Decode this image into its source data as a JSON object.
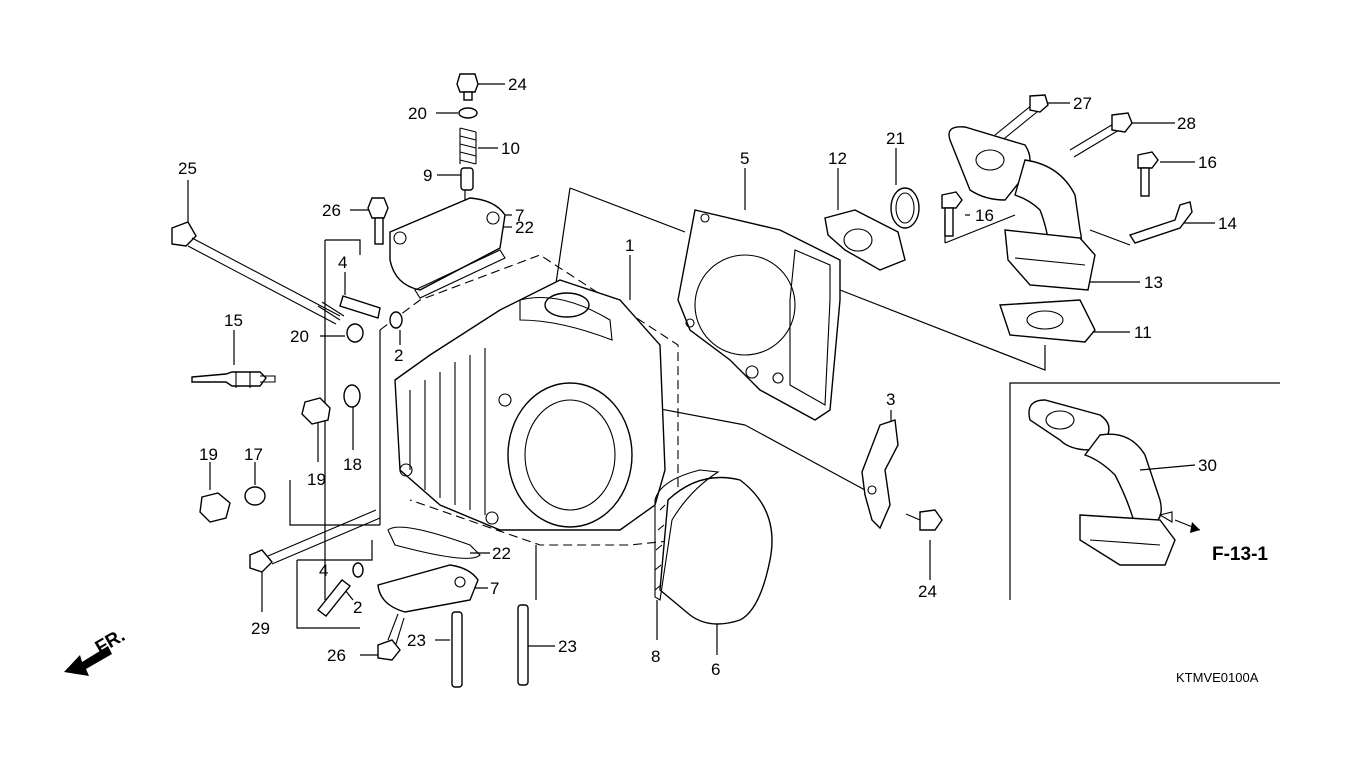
{
  "callouts": [
    {
      "id": "c24a",
      "text": "24"
    },
    {
      "id": "c20a",
      "text": "20"
    },
    {
      "id": "c10",
      "text": "10"
    },
    {
      "id": "c9",
      "text": "9"
    },
    {
      "id": "c26a",
      "text": "26"
    },
    {
      "id": "c7a",
      "text": "7"
    },
    {
      "id": "c22a",
      "text": "22"
    },
    {
      "id": "c25",
      "text": "25"
    },
    {
      "id": "c4a",
      "text": "4"
    },
    {
      "id": "c15",
      "text": "15"
    },
    {
      "id": "c20b",
      "text": "20"
    },
    {
      "id": "c2a",
      "text": "2"
    },
    {
      "id": "c19a",
      "text": "19"
    },
    {
      "id": "c18",
      "text": "18"
    },
    {
      "id": "c19b",
      "text": "19"
    },
    {
      "id": "c17",
      "text": "17"
    },
    {
      "id": "c29",
      "text": "29"
    },
    {
      "id": "c22b",
      "text": "22"
    },
    {
      "id": "c4b",
      "text": "4"
    },
    {
      "id": "c2b",
      "text": "2"
    },
    {
      "id": "c7b",
      "text": "7"
    },
    {
      "id": "c26b",
      "text": "26"
    },
    {
      "id": "c23a",
      "text": "23"
    },
    {
      "id": "c23b",
      "text": "23"
    },
    {
      "id": "c1",
      "text": "1"
    },
    {
      "id": "c5",
      "text": "5"
    },
    {
      "id": "c12",
      "text": "12"
    },
    {
      "id": "c21",
      "text": "21"
    },
    {
      "id": "c16a",
      "text": "16"
    },
    {
      "id": "c27",
      "text": "27"
    },
    {
      "id": "c28",
      "text": "28"
    },
    {
      "id": "c16b",
      "text": "16"
    },
    {
      "id": "c14",
      "text": "14"
    },
    {
      "id": "c13",
      "text": "13"
    },
    {
      "id": "c11",
      "text": "11"
    },
    {
      "id": "c3",
      "text": "3"
    },
    {
      "id": "c24b",
      "text": "24"
    },
    {
      "id": "c8",
      "text": "8"
    },
    {
      "id": "c6",
      "text": "6"
    },
    {
      "id": "c30",
      "text": "30"
    }
  ],
  "ref_label": "F-13-1",
  "front_label": "FR.",
  "diagram_code": "KTMVE0100A"
}
